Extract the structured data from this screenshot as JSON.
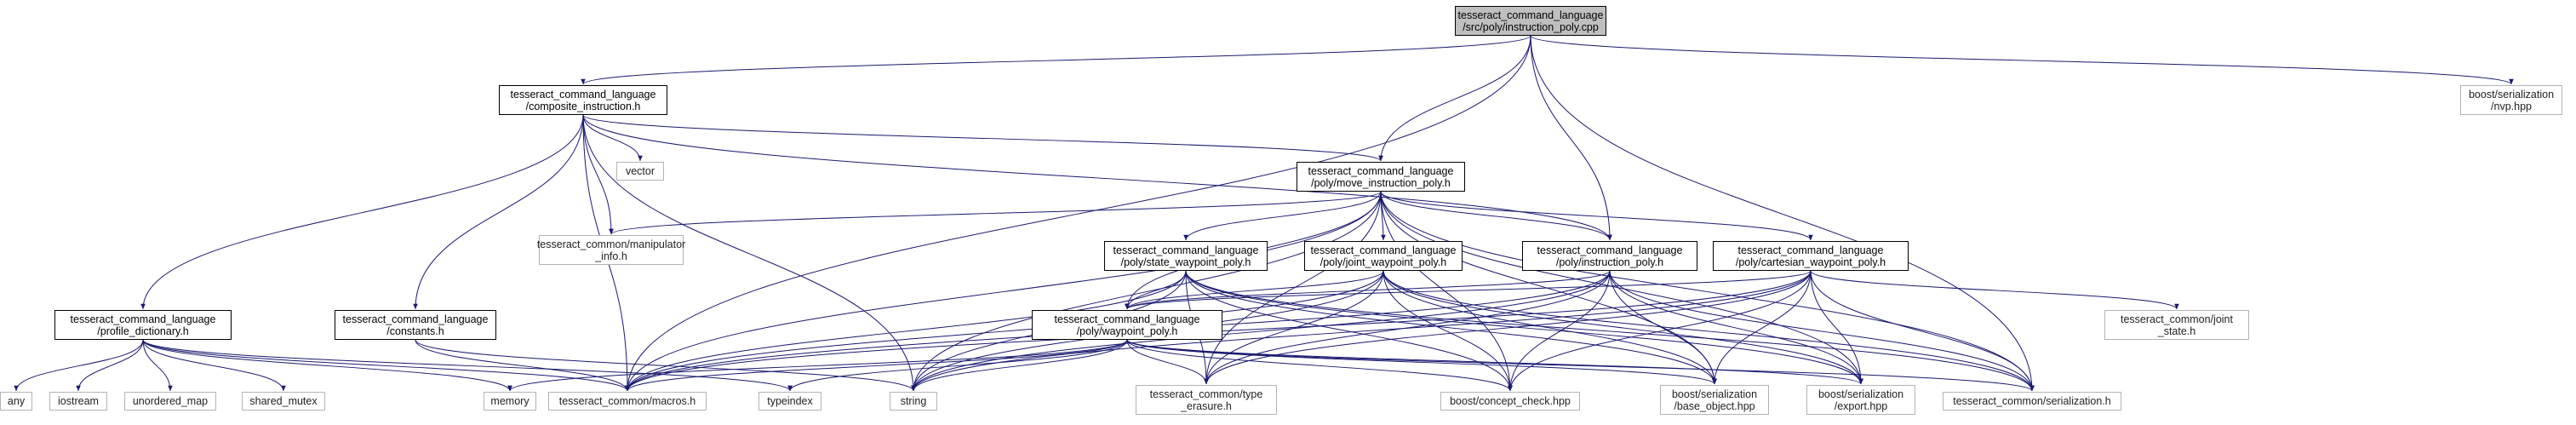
{
  "graph": {
    "edge_color": "#191970",
    "nodes": [
      {
        "id": "root",
        "lines": [
          "tesseract_command_language",
          "/src/poly/instruction_poly.cpp"
        ],
        "kind": "root"
      },
      {
        "id": "composite",
        "lines": [
          "tesseract_command_language",
          "/composite_instruction.h"
        ],
        "kind": "local"
      },
      {
        "id": "nvp",
        "lines": [
          "boost/serialization",
          "/nvp.hpp"
        ],
        "kind": "ext"
      },
      {
        "id": "vector",
        "lines": [
          "vector"
        ],
        "kind": "ext"
      },
      {
        "id": "move",
        "lines": [
          "tesseract_command_language",
          "/poly/move_instruction_poly.h"
        ],
        "kind": "local"
      },
      {
        "id": "manip",
        "lines": [
          "tesseract_common/manipulator",
          "_info.h"
        ],
        "kind": "ext"
      },
      {
        "id": "statewp",
        "lines": [
          "tesseract_command_language",
          "/poly/state_waypoint_poly.h"
        ],
        "kind": "local"
      },
      {
        "id": "jointwp",
        "lines": [
          "tesseract_command_language",
          "/poly/joint_waypoint_poly.h"
        ],
        "kind": "local"
      },
      {
        "id": "instr",
        "lines": [
          "tesseract_command_language",
          "/poly/instruction_poly.h"
        ],
        "kind": "local"
      },
      {
        "id": "cartwp",
        "lines": [
          "tesseract_command_language",
          "/poly/cartesian_waypoint_poly.h"
        ],
        "kind": "local"
      },
      {
        "id": "jointstate",
        "lines": [
          "tesseract_common/joint",
          "_state.h"
        ],
        "kind": "ext"
      },
      {
        "id": "profile",
        "lines": [
          "tesseract_command_language",
          "/profile_dictionary.h"
        ],
        "kind": "local"
      },
      {
        "id": "constants",
        "lines": [
          "tesseract_command_language",
          "/constants.h"
        ],
        "kind": "local"
      },
      {
        "id": "waypoint",
        "lines": [
          "tesseract_command_language",
          "/poly/waypoint_poly.h"
        ],
        "kind": "local"
      },
      {
        "id": "any",
        "lines": [
          "any"
        ],
        "kind": "ext"
      },
      {
        "id": "iostream",
        "lines": [
          "iostream"
        ],
        "kind": "ext"
      },
      {
        "id": "unordered_map",
        "lines": [
          "unordered_map"
        ],
        "kind": "ext"
      },
      {
        "id": "shared_mutex",
        "lines": [
          "shared_mutex"
        ],
        "kind": "ext"
      },
      {
        "id": "memory",
        "lines": [
          "memory"
        ],
        "kind": "ext"
      },
      {
        "id": "macros",
        "lines": [
          "tesseract_common/macros.h"
        ],
        "kind": "ext"
      },
      {
        "id": "typeindex",
        "lines": [
          "typeindex"
        ],
        "kind": "ext"
      },
      {
        "id": "string",
        "lines": [
          "string"
        ],
        "kind": "ext"
      },
      {
        "id": "typeerasure",
        "lines": [
          "tesseract_common/type",
          "_erasure.h"
        ],
        "kind": "ext"
      },
      {
        "id": "conceptcheck",
        "lines": [
          "boost/concept_check.hpp"
        ],
        "kind": "ext"
      },
      {
        "id": "baseobject",
        "lines": [
          "boost/serialization",
          "/base_object.hpp"
        ],
        "kind": "ext"
      },
      {
        "id": "export",
        "lines": [
          "boost/serialization",
          "/export.hpp"
        ],
        "kind": "ext"
      },
      {
        "id": "serialization",
        "lines": [
          "tesseract_common/serialization.h"
        ],
        "kind": "ext"
      }
    ],
    "edges": [
      [
        "root",
        "composite"
      ],
      [
        "root",
        "nvp"
      ],
      [
        "root",
        "move"
      ],
      [
        "root",
        "instr"
      ],
      [
        "root",
        "macros"
      ],
      [
        "root",
        "serialization"
      ],
      [
        "composite",
        "vector"
      ],
      [
        "composite",
        "move"
      ],
      [
        "composite",
        "manip"
      ],
      [
        "composite",
        "profile"
      ],
      [
        "composite",
        "constants"
      ],
      [
        "composite",
        "instr"
      ],
      [
        "composite",
        "macros"
      ],
      [
        "composite",
        "string"
      ],
      [
        "move",
        "statewp"
      ],
      [
        "move",
        "jointwp"
      ],
      [
        "move",
        "instr"
      ],
      [
        "move",
        "cartwp"
      ],
      [
        "move",
        "waypoint"
      ],
      [
        "move",
        "manip"
      ],
      [
        "move",
        "macros"
      ],
      [
        "move",
        "string"
      ],
      [
        "move",
        "typeerasure"
      ],
      [
        "move",
        "conceptcheck"
      ],
      [
        "move",
        "export"
      ],
      [
        "move",
        "serialization"
      ],
      [
        "move",
        "baseobject"
      ],
      [
        "statewp",
        "waypoint"
      ],
      [
        "statewp",
        "macros"
      ],
      [
        "statewp",
        "string"
      ],
      [
        "statewp",
        "typeerasure"
      ],
      [
        "statewp",
        "conceptcheck"
      ],
      [
        "statewp",
        "baseobject"
      ],
      [
        "statewp",
        "export"
      ],
      [
        "statewp",
        "serialization"
      ],
      [
        "jointwp",
        "waypoint"
      ],
      [
        "jointwp",
        "macros"
      ],
      [
        "jointwp",
        "typeerasure"
      ],
      [
        "jointwp",
        "conceptcheck"
      ],
      [
        "jointwp",
        "baseobject"
      ],
      [
        "jointwp",
        "export"
      ],
      [
        "jointwp",
        "serialization"
      ],
      [
        "jointwp",
        "string"
      ],
      [
        "instr",
        "waypoint"
      ],
      [
        "instr",
        "macros"
      ],
      [
        "instr",
        "string"
      ],
      [
        "instr",
        "typeerasure"
      ],
      [
        "instr",
        "conceptcheck"
      ],
      [
        "instr",
        "baseobject"
      ],
      [
        "instr",
        "export"
      ],
      [
        "instr",
        "serialization"
      ],
      [
        "cartwp",
        "waypoint"
      ],
      [
        "cartwp",
        "jointstate"
      ],
      [
        "cartwp",
        "macros"
      ],
      [
        "cartwp",
        "typeerasure"
      ],
      [
        "cartwp",
        "conceptcheck"
      ],
      [
        "cartwp",
        "baseobject"
      ],
      [
        "cartwp",
        "export"
      ],
      [
        "cartwp",
        "serialization"
      ],
      [
        "cartwp",
        "string"
      ],
      [
        "profile",
        "any"
      ],
      [
        "profile",
        "iostream"
      ],
      [
        "profile",
        "unordered_map"
      ],
      [
        "profile",
        "shared_mutex"
      ],
      [
        "profile",
        "memory"
      ],
      [
        "profile",
        "macros"
      ],
      [
        "profile",
        "typeindex"
      ],
      [
        "constants",
        "macros"
      ],
      [
        "constants",
        "string"
      ],
      [
        "waypoint",
        "memory"
      ],
      [
        "waypoint",
        "macros"
      ],
      [
        "waypoint",
        "typeindex"
      ],
      [
        "waypoint",
        "string"
      ],
      [
        "waypoint",
        "typeerasure"
      ],
      [
        "waypoint",
        "conceptcheck"
      ],
      [
        "waypoint",
        "baseobject"
      ],
      [
        "waypoint",
        "export"
      ],
      [
        "waypoint",
        "serialization"
      ]
    ]
  }
}
